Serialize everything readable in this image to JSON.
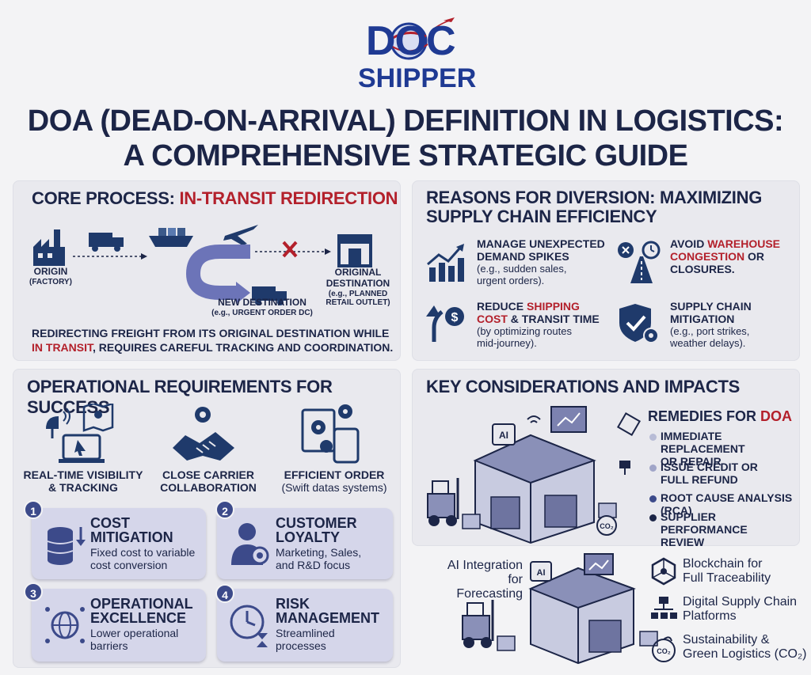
{
  "logo": {
    "line1": "DOC",
    "line2": "SHIPPER"
  },
  "title": {
    "line1": "DOA (DEAD-ON-ARRIVAL) DEFINITION IN LOGISTICS:",
    "line2": "A COMPREHENSIVE STRATEGIC GUIDE"
  },
  "core": {
    "heading_prefix": "CORE PROCESS: ",
    "heading_highlight": "IN-TRANSIT REDIRECTION",
    "origin": "ORIGIN",
    "origin_sub": "(FACTORY)",
    "new_destination": "NEW DESTINATION",
    "new_destination_sub": "(e.g., URGENT ORDER DC)",
    "original_destination_1": "ORIGINAL",
    "original_destination_2": "DESTINATION",
    "original_destination_sub1": "(e.g., PLANNED",
    "original_destination_sub2": "RETAIL OUTLET)",
    "desc_line1": "REDIRECTING FREIGHT FROM ITS ORIGINAL DESTINATION WHILE",
    "desc_highlight": "IN TRANSIT",
    "desc_line2_rest": ", REQUIRES CAREFUL TRACKING AND COORDINATION."
  },
  "reasons": {
    "heading_line1": "REASONS FOR DIVERSION: MAXIMIZING",
    "heading_line2": "SUPPLY CHAIN EFFICIENCY",
    "items": [
      {
        "t1": "MANAGE UNEXPECTED",
        "t2": "DEMAND SPIKES",
        "s1": "(e.g., sudden sales,",
        "s2": "urgent orders)."
      },
      {
        "t1a": "AVOID ",
        "t1b": "WAREHOUSE",
        "t2a": "CONGESTION",
        "t2b": " OR",
        "t3": "CLOSURES."
      },
      {
        "t1a": "REDUCE ",
        "t1b": "SHIPPING",
        "t2a": "COST",
        "t2b": " & TRANSIT TIME",
        "s1": "(by optimizing routes",
        "s2": "mid-journey)."
      },
      {
        "t1": "SUPPLY CHAIN",
        "t2": "MITIGATION",
        "s1": "(e.g., port strikes,",
        "s2": "weather delays)."
      }
    ]
  },
  "ops": {
    "heading": "OPERATIONAL REQUIREMENTS FOR SUCCESS",
    "items": [
      {
        "l1": "REAL-TIME VISIBILITY",
        "l2": "& TRACKING"
      },
      {
        "l1": "CLOSE CARRIER",
        "l2": "COLLABORATION"
      },
      {
        "l1": "EFFICIENT ORDER",
        "l2": "(Swift datas systems)"
      }
    ],
    "cards": [
      {
        "num": "1",
        "t1": "COST",
        "t2": "MITIGATION",
        "s1": "Fixed cost to variable",
        "s2": "cost conversion"
      },
      {
        "num": "2",
        "t1": "CUSTOMER",
        "t2": "LOYALTY",
        "s1": "Marketing, Sales,",
        "s2": "and R&D focus"
      },
      {
        "num": "3",
        "t1": "OPERATIONAL",
        "t2": "EXCELLENCE",
        "s1": "Lower operational",
        "s2": "barriers"
      },
      {
        "num": "4",
        "t1": "RISK",
        "t2": "MANAGEMENT",
        "s1": "Streamlined",
        "s2": "processes"
      }
    ]
  },
  "key": {
    "heading": "KEY CONSIDERATIONS AND IMPACTS",
    "remedies_prefix": "REMEDIES FOR ",
    "remedies_highlight": "DOA",
    "remedies": [
      {
        "l1": "IMMEDIATE REPLACEMENT",
        "l2": "OR REPAIR"
      },
      {
        "l1": "ISSUE CREDIT OR",
        "l2": "FULL REFUND"
      },
      {
        "l1": "ROOT CAUSE ANALYSIS (RCA)",
        "l2": ""
      },
      {
        "l1": "SUPPLIER PERFORMANCE",
        "l2": "REVIEW"
      }
    ],
    "ai_label": "AI",
    "co2_label": "CO₂",
    "trends": [
      {
        "l1": "AI Integration",
        "l2": "for Forecasting"
      },
      {
        "l1": "Blockchain for",
        "l2": "Full Traceability"
      },
      {
        "l1": "Digital Supply Chain",
        "l2": "Platforms"
      },
      {
        "l1": "Sustainability &",
        "l2": "Green Logistics (CO₂)"
      }
    ]
  },
  "colors": {
    "navy": "#1c2547",
    "red": "#b3202b",
    "accent_blue": "#3c4a8a",
    "card": "#d5d6ea"
  }
}
